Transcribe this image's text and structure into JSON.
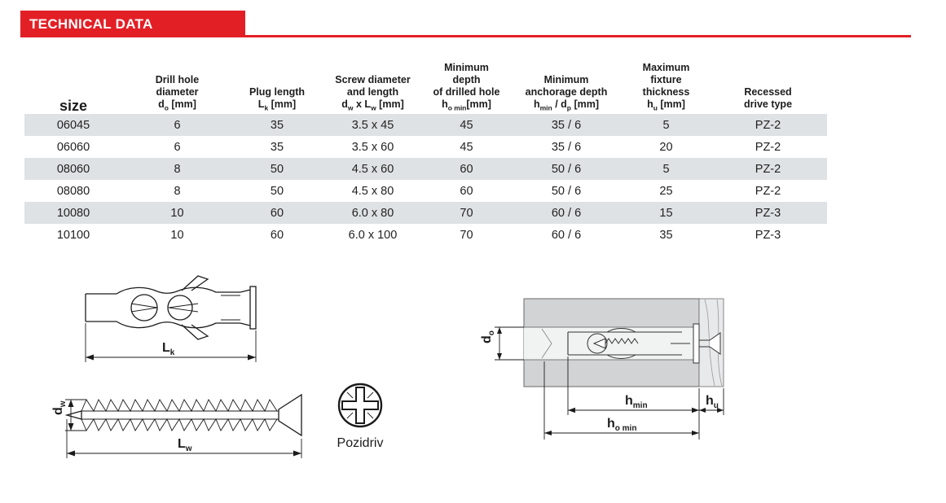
{
  "header": {
    "title": "TECHNICAL DATA"
  },
  "colors": {
    "accent_red": "#e31f26",
    "row_stripe": "#dfe2e4",
    "wall_gray": "#d2d3d4",
    "hole_gray": "#f1f2f2",
    "fixture_gray": "#e8e9ea"
  },
  "table": {
    "columns": [
      {
        "name": "size",
        "lines": [
          "size"
        ],
        "sym": []
      },
      {
        "name": "drill-hole-diameter",
        "lines": [
          "Drill hole",
          "diameter"
        ],
        "sym": [
          "d",
          {
            "sub": "o"
          },
          " [mm]"
        ]
      },
      {
        "name": "plug-length",
        "lines": [
          "Plug length"
        ],
        "sym": [
          "L",
          {
            "sub": "k"
          },
          " [mm]"
        ]
      },
      {
        "name": "screw-diameter-and-length",
        "lines": [
          "Screw diameter",
          "and length"
        ],
        "sym": [
          "d",
          {
            "sub": "w"
          },
          " x L",
          {
            "sub": "w"
          },
          " [mm]"
        ]
      },
      {
        "name": "minimum-depth-of-drilled-hole",
        "lines": [
          "Minimum",
          "depth",
          "of drilled hole"
        ],
        "sym": [
          "h",
          {
            "sub": "o min"
          },
          "[mm]"
        ]
      },
      {
        "name": "minimum-anchorage-depth",
        "lines": [
          "Minimum",
          "anchorage depth"
        ],
        "sym": [
          "h",
          {
            "sub": "min"
          },
          " / d",
          {
            "sub": "p"
          },
          " [mm]"
        ]
      },
      {
        "name": "maximum-fixture-thickness",
        "lines": [
          "Maximum",
          "fixture",
          "thickness"
        ],
        "sym": [
          "h",
          {
            "sub": "u"
          },
          " [mm]"
        ]
      },
      {
        "name": "recessed-drive-type",
        "lines": [
          "Recessed",
          "drive type"
        ],
        "sym": []
      }
    ],
    "rows": [
      [
        "06045",
        "6",
        "35",
        "3.5 x 45",
        "45",
        "35 / 6",
        "5",
        "PZ-2"
      ],
      [
        "06060",
        "6",
        "35",
        "3.5 x 60",
        "45",
        "35 / 6",
        "20",
        "PZ-2"
      ],
      [
        "08060",
        "8",
        "50",
        "4.5 x 60",
        "60",
        "50 / 6",
        "5",
        "PZ-2"
      ],
      [
        "08080",
        "8",
        "50",
        "4.5 x 80",
        "60",
        "50 / 6",
        "25",
        "PZ-2"
      ],
      [
        "10080",
        "10",
        "60",
        "6.0 x 80",
        "70",
        "60 / 6",
        "15",
        "PZ-3"
      ],
      [
        "10100",
        "10",
        "60",
        "6.0 x 100",
        "70",
        "60 / 6",
        "35",
        "PZ-3"
      ]
    ]
  },
  "diagrams": {
    "plug": {
      "length_main": "L",
      "length_sub": "k"
    },
    "screw": {
      "diameter_main": "d",
      "diameter_sub": "w",
      "length_main": "L",
      "length_sub": "w"
    },
    "pozidriv": {
      "label": "Pozidriv"
    },
    "installed": {
      "hole_diameter_main": "d",
      "hole_diameter_sub": "o",
      "anchorage_main": "h",
      "anchorage_sub": "min",
      "fixture_main": "h",
      "fixture_sub": "u",
      "hole_depth_main": "h",
      "hole_depth_sub": "o min"
    }
  }
}
